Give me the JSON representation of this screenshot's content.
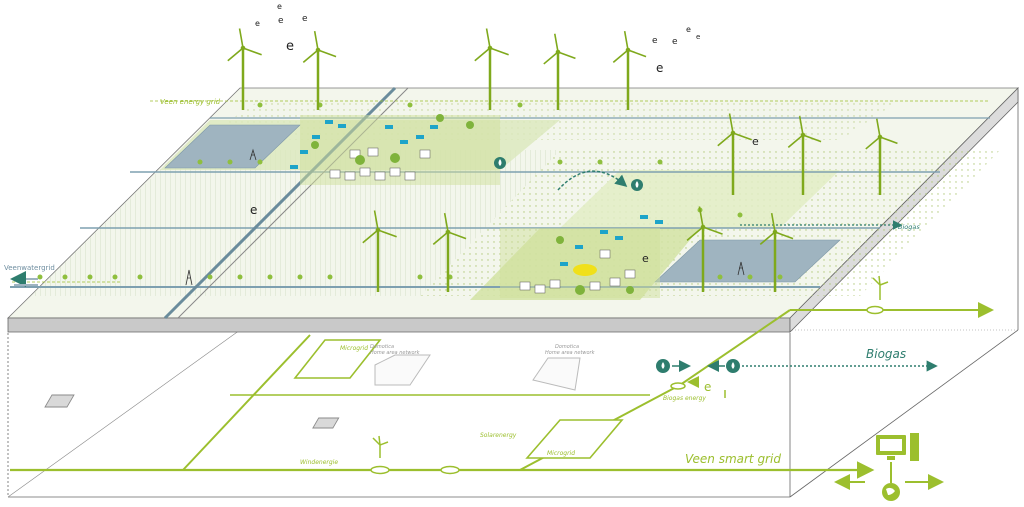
{
  "labels": {
    "veen_energy_grid": "Veen energy grid",
    "veenwatergrid": "Veenwatergrid",
    "biogas_top": "Biogas",
    "biogas_bottom": "Biogas",
    "veen_smart_grid": "Veen smart grid",
    "microgrid_1": "Microgrid",
    "microgrid_2": "Microgrid",
    "domotica_1_line1": "Domotica",
    "domotica_1_line2": "Home area network",
    "domotica_2_line1": "Domotica",
    "domotica_2_line2": "Home area network",
    "solarenergy": "Solarenergy",
    "windenergie": "Windenergie",
    "biogas_energy": "Biogas energy",
    "electron_symbol": "e"
  },
  "colors": {
    "grid_green": "#9cbf2e",
    "teal": "#2e7d6e",
    "water": "#9fb4c0",
    "field_light": "#e4eecf",
    "field_mid": "#d0e2a6",
    "slab_side": "#d9d9d9",
    "slab_front": "#c8c8c8",
    "turbine": "#7fa91c"
  },
  "icons": [
    "wind-turbine-icon",
    "solar-panel-icon",
    "computer-icon",
    "globe-icon",
    "biogas-flame-icon",
    "electron-icon",
    "house-icon",
    "tree-icon"
  ]
}
